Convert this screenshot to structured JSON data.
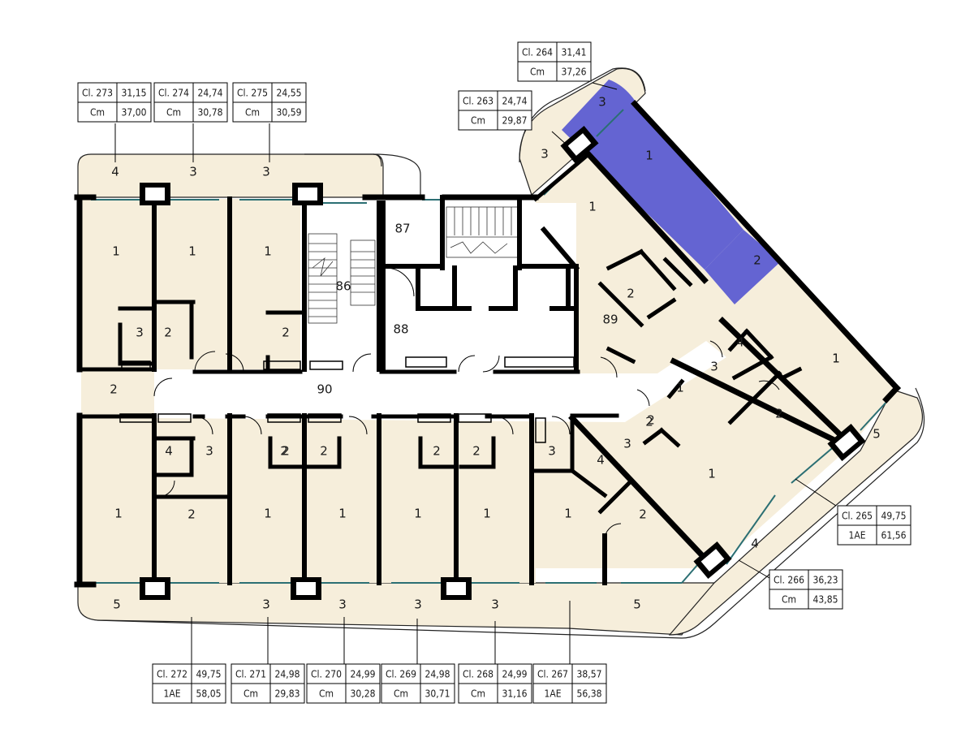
{
  "plan": {
    "highlight_color": "#6464d2",
    "room_fill": "#f6eedb",
    "wall_color": "#000000",
    "window_color": "#2b6f73"
  },
  "labels": [
    {
      "id": "l1",
      "text": "4"
    },
    {
      "id": "l2",
      "text": "3"
    },
    {
      "id": "l3",
      "text": "3"
    },
    {
      "id": "l4",
      "text": "1"
    },
    {
      "id": "l5",
      "text": "1"
    },
    {
      "id": "l6",
      "text": "1"
    },
    {
      "id": "l7",
      "text": "3"
    },
    {
      "id": "l8",
      "text": "2"
    },
    {
      "id": "l9",
      "text": "2"
    },
    {
      "id": "l10",
      "text": "2"
    },
    {
      "id": "l11",
      "text": "86"
    },
    {
      "id": "l12",
      "text": "87"
    },
    {
      "id": "l13",
      "text": "88"
    },
    {
      "id": "l14",
      "text": "89"
    },
    {
      "id": "l15",
      "text": "90"
    },
    {
      "id": "l16",
      "text": "3"
    },
    {
      "id": "l17",
      "text": "3"
    },
    {
      "id": "l18",
      "text": "1"
    },
    {
      "id": "l19",
      "text": "1"
    },
    {
      "id": "l20",
      "text": "2"
    },
    {
      "id": "l21",
      "text": "2"
    },
    {
      "id": "l22",
      "text": "2"
    },
    {
      "id": "l23",
      "text": "4"
    },
    {
      "id": "l24",
      "text": "3"
    },
    {
      "id": "l25",
      "text": "1"
    },
    {
      "id": "l26",
      "text": "2"
    },
    {
      "id": "l27",
      "text": "5"
    },
    {
      "id": "l28",
      "text": "4"
    },
    {
      "id": "l29",
      "text": "1"
    },
    {
      "id": "l30",
      "text": "4"
    },
    {
      "id": "l31",
      "text": "3"
    },
    {
      "id": "l32",
      "text": "1"
    },
    {
      "id": "l33",
      "text": "2"
    },
    {
      "id": "l34",
      "text": "2"
    },
    {
      "id": "l35",
      "text": "1"
    },
    {
      "id": "l36",
      "text": "2"
    },
    {
      "id": "l37",
      "text": "2"
    },
    {
      "id": "l38",
      "text": "2"
    },
    {
      "id": "l39",
      "text": "2"
    },
    {
      "id": "l40",
      "text": "3"
    },
    {
      "id": "l41",
      "text": "4"
    },
    {
      "id": "l42",
      "text": "1"
    },
    {
      "id": "l43",
      "text": "1"
    },
    {
      "id": "l44",
      "text": "1"
    },
    {
      "id": "l45",
      "text": "1"
    },
    {
      "id": "l46",
      "text": "1"
    },
    {
      "id": "l47",
      "text": "1"
    },
    {
      "id": "l48",
      "text": "2"
    },
    {
      "id": "l49",
      "text": "3"
    },
    {
      "id": "l50",
      "text": "2"
    },
    {
      "id": "l51",
      "text": "5"
    },
    {
      "id": "l52",
      "text": "3"
    },
    {
      "id": "l53",
      "text": "3"
    },
    {
      "id": "l54",
      "text": "3"
    },
    {
      "id": "l55",
      "text": "3"
    },
    {
      "id": "l56",
      "text": "5"
    }
  ],
  "tags": [
    {
      "id": "t273",
      "r1": [
        "Cl. 273",
        "31,15"
      ],
      "r2": [
        "Cm",
        "37,00"
      ]
    },
    {
      "id": "t274",
      "r1": [
        "Cl. 274",
        "24,74"
      ],
      "r2": [
        "Cm",
        "30,78"
      ]
    },
    {
      "id": "t275",
      "r1": [
        "Cl. 275",
        "24,55"
      ],
      "r2": [
        "Cm",
        "30,59"
      ]
    },
    {
      "id": "t263",
      "r1": [
        "Cl. 263",
        "24,74"
      ],
      "r2": [
        "Cm",
        "29,87"
      ]
    },
    {
      "id": "t264",
      "r1": [
        "Cl. 264",
        "31,41"
      ],
      "r2": [
        "Cm",
        "37,26"
      ]
    },
    {
      "id": "t265",
      "r1": [
        "Cl. 265",
        "49,75"
      ],
      "r2": [
        "1AE",
        "61,56"
      ]
    },
    {
      "id": "t266",
      "r1": [
        "Cl. 266",
        "36,23"
      ],
      "r2": [
        "Cm",
        "43,85"
      ]
    },
    {
      "id": "t272",
      "r1": [
        "Cl. 272",
        "49,75"
      ],
      "r2": [
        "1AE",
        "58,05"
      ]
    },
    {
      "id": "t271",
      "r1": [
        "Cl. 271",
        "24,98"
      ],
      "r2": [
        "Cm",
        "29,83"
      ]
    },
    {
      "id": "t270",
      "r1": [
        "Cl. 270",
        "24,99"
      ],
      "r2": [
        "Cm",
        "30,28"
      ]
    },
    {
      "id": "t269",
      "r1": [
        "Cl. 269",
        "24,98"
      ],
      "r2": [
        "Cm",
        "30,71"
      ]
    },
    {
      "id": "t268",
      "r1": [
        "Cl. 268",
        "24,99"
      ],
      "r2": [
        "Cm",
        "31,16"
      ]
    },
    {
      "id": "t267",
      "r1": [
        "Cl. 267",
        "38,57"
      ],
      "r2": [
        "1AE",
        "56,38"
      ]
    }
  ]
}
